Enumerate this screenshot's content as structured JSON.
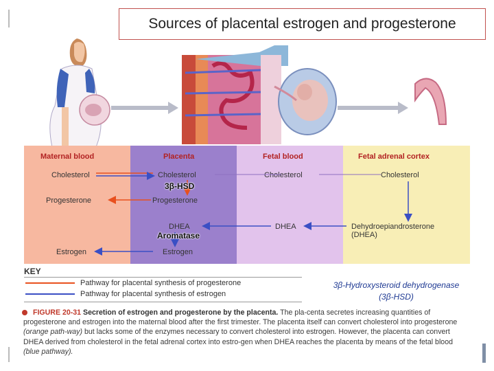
{
  "title": "Sources of placental estrogen and progesterone",
  "lanes": {
    "maternal": {
      "header": "Maternal blood",
      "items": [
        "Cholesterol",
        "Progesterone",
        "Estrogen"
      ]
    },
    "placenta": {
      "header": "Placenta",
      "items": [
        "Cholesterol",
        "Progesterone",
        "DHEA",
        "Estrogen"
      ],
      "enzymes": [
        "3β-HSD",
        "Aromatase"
      ]
    },
    "fetal_blood": {
      "header": "Fetal blood",
      "items": [
        "Cholesterol",
        "DHEA"
      ]
    },
    "fetal_adrenal": {
      "header": "Fetal adrenal cortex",
      "items": [
        "Cholesterol",
        "Dehydroepiandrosterone",
        "(DHEA)"
      ]
    }
  },
  "key": {
    "title": "KEY",
    "rows": [
      {
        "label": "Pathway for placental synthesis of progesterone",
        "color": "#e8501e"
      },
      {
        "label": "Pathway for placental synthesis of estrogen",
        "color": "#3a4fc4"
      }
    ]
  },
  "abbreviation": {
    "line1": "3β-Hydroxysteroid dehydrogenase",
    "line2": "(3β-HSD)"
  },
  "figure": {
    "label": "FIGURE 20-31",
    "heading": "Secretion of estrogen and progesterone by the placenta.",
    "text1": "The pla-centa secretes increasing quantities of progesterone and estrogen into the maternal blood after the first trimester. The placenta itself can convert cholesterol into progesterone",
    "text2": "(orange path-way)",
    "text3": "but lacks some of the enzymes necessary to convert cholesterol into estrogen. However, the placenta can convert DHEA derived from cholesterol in the fetal adrenal cortex into estro-gen when DHEA reaches the placenta by means of the fetal blood",
    "text4": "(blue pathway)."
  },
  "colors": {
    "maternal_lane": "#f7b8a0",
    "placenta_lane": "#9b80cc",
    "fetal_blood_lane": "#e2c3ec",
    "fetal_adrenal_lane": "#f8eeb6",
    "progesterone_pathway": "#e8501e",
    "estrogen_pathway": "#3a4fc4"
  }
}
